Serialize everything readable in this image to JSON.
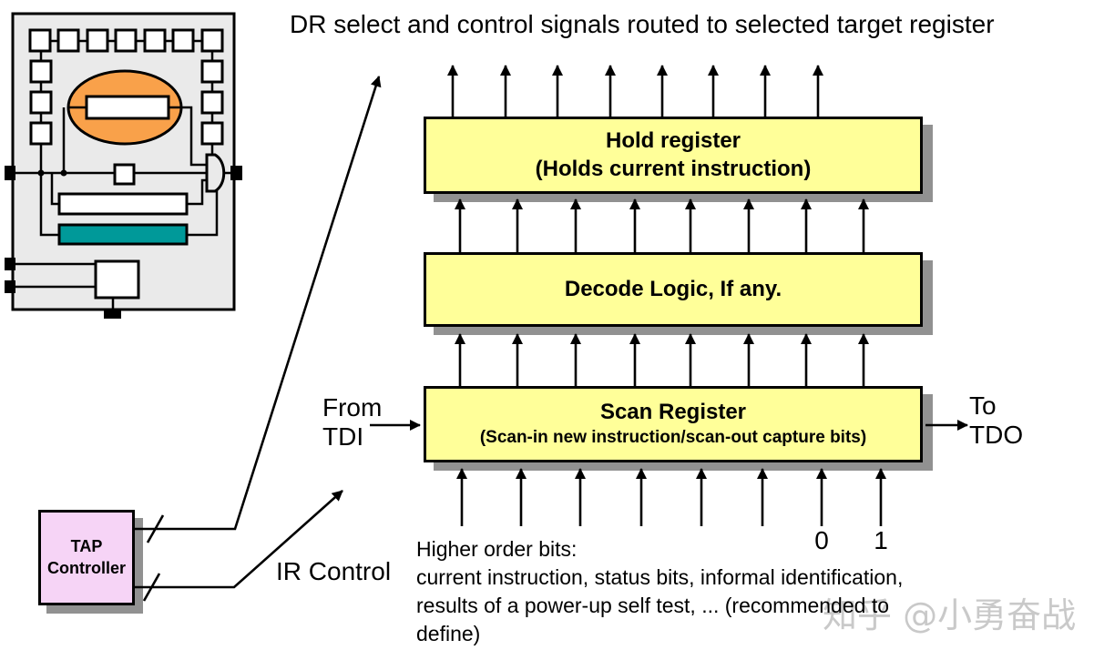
{
  "title": "DR select and control signals routed to selected target register",
  "boxes": {
    "hold": {
      "title": "Hold register",
      "subtitle": "(Holds current instruction)"
    },
    "decode": {
      "title": "Decode Logic, If any."
    },
    "scan": {
      "title": "Scan Register",
      "subtitle": "(Scan-in new instruction/scan-out capture bits)"
    }
  },
  "labels": {
    "from_line1": "From",
    "from_line2": "TDI",
    "to_line1": "To",
    "to_line2": "TDO",
    "ir_control": "IR Control",
    "bit0": "0",
    "bit1": "1",
    "tap_line1": "TAP",
    "tap_line2": "Controller"
  },
  "note": {
    "lines": [
      "Higher order bits:",
      "current instruction, status bits, informal identification,",
      "results of a power-up self test, ... (recommended to",
      "define)"
    ]
  },
  "watermark": "知乎 @小勇奋战",
  "icons": {
    "chip_thumbnail": "jtag-chip-architecture-icon",
    "arrows": "up-arrow-icon"
  },
  "colors": {
    "register_box_fill": "#FFFF99",
    "shadow_gray": "#919191",
    "tap_fill": "#F6D4F6",
    "core_orange": "#F9A14A",
    "instruction_teal": "#009999",
    "chip_background": "#EAEAEA",
    "watermark_gray": "#C9C9C9",
    "line_black": "#000000"
  }
}
